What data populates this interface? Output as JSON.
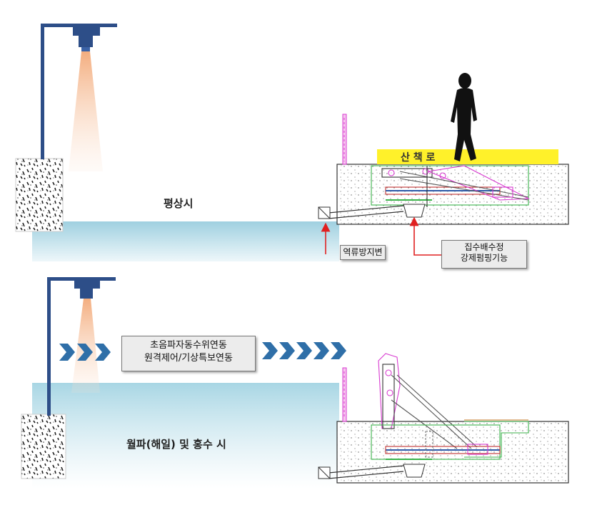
{
  "top_panel": {
    "state_label": "평상시",
    "walkway_label": "산 책 로",
    "callouts": {
      "backflow_valve": "역류방지변",
      "sump_line1": "집수배수정",
      "sump_line2": "강제펌핑기능"
    }
  },
  "bottom_panel": {
    "state_label": "월파(해일) 및 홍수 시",
    "control_line1": "초음파자동수위연동",
    "control_line2": "원격제어/기상특보연동"
  },
  "colors": {
    "pole": "#2d4e88",
    "water": "#b7dce8",
    "walkway": "#fff12a",
    "arrow_chevron": "#2f6fa8",
    "callout_line": "#e02020",
    "mechanism": "#d83ad0"
  }
}
